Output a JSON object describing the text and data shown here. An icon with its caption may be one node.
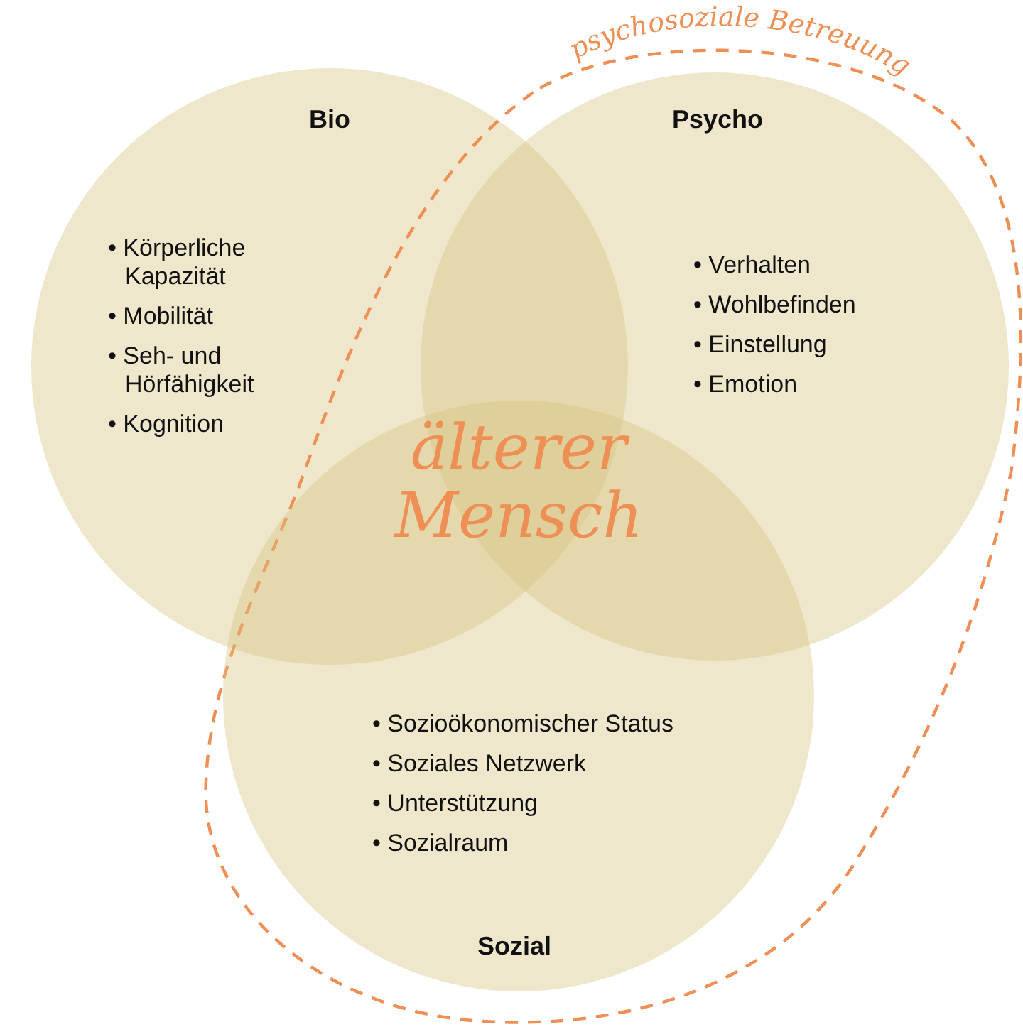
{
  "diagram": {
    "nodes": [
      {
        "text": [
          "Bio",
          "• Körperliche Kapazität",
          "• Mobilität",
          "• Seh- und Hörfähigkeit",
          "• Kognition"
        ]
      },
      {
        "text": [
          "psychosoziale Betreuung"
        ]
      },
      {
        "text": [
          "Psycho",
          "• Verhalten",
          "• Wohlbefinden",
          "• Einstellung",
          "• Emotion"
        ],
        "in": 1
      },
      {
        "text": [
          "• Sozioökonomischer Status",
          "• Soziales Netzwerk",
          "• Unterstützung",
          "• Sozialraum",
          "Sozial"
        ],
        "in": 1
      }
    ],
    "edges": [],
    "labels": [
      "älterer Mensch"
    ]
  }
}
